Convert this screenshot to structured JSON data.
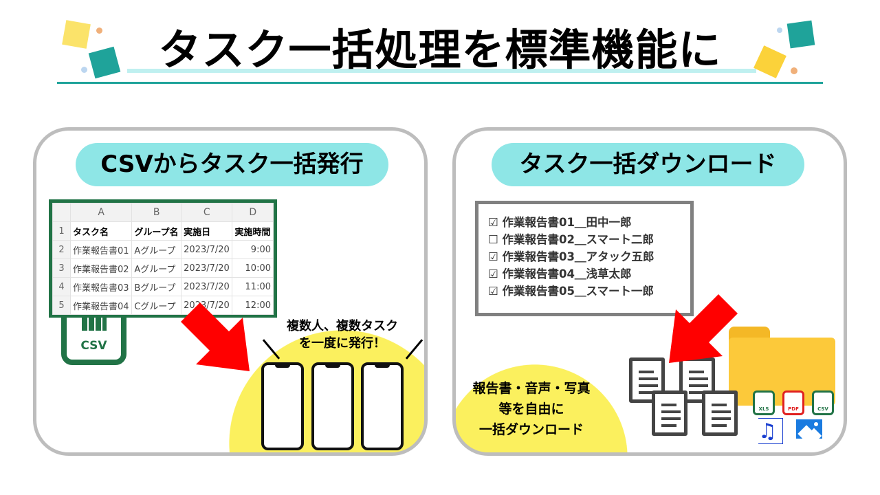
{
  "title": "タスク一括処理を標準機能に",
  "left": {
    "heading": "CSVからタスク一括発行",
    "sheet": {
      "columns": [
        "A",
        "B",
        "C",
        "D"
      ],
      "rows": [
        {
          "n": "1",
          "cells": [
            "タスク名",
            "グループ名",
            "実施日",
            "実施時間"
          ]
        },
        {
          "n": "2",
          "cells": [
            "作業報告書01",
            "Aグループ",
            "2023/7/20",
            "9:00"
          ]
        },
        {
          "n": "3",
          "cells": [
            "作業報告書02",
            "Aグループ",
            "2023/7/20",
            "10:00"
          ]
        },
        {
          "n": "4",
          "cells": [
            "作業報告書03",
            "Bグループ",
            "2023/7/20",
            "11:00"
          ]
        },
        {
          "n": "5",
          "cells": [
            "作業報告書04",
            "Cグループ",
            "2023/7/20",
            "12:00"
          ]
        }
      ]
    },
    "csv_icon_label": "CSV",
    "callout_line1": "複数人、複数タスク",
    "callout_line2": "を一度に発行！"
  },
  "right": {
    "heading": "タスク一括ダウンロード",
    "checklist": [
      {
        "mark": "☑",
        "label": "作業報告書01＿田中一郎"
      },
      {
        "mark": "☐",
        "label": "作業報告書02＿スマート二郎"
      },
      {
        "mark": "☑",
        "label": "作業報告書03＿アタック五郎"
      },
      {
        "mark": "☑",
        "label": "作業報告書04＿浅草太郎"
      },
      {
        "mark": "☑",
        "label": "作業報告書05＿スマート一郎"
      }
    ],
    "callout_line1": "報告書・音声・写真",
    "callout_line2": "等を自由に",
    "callout_line3": "一括ダウンロード",
    "file_types": [
      "XLS",
      "PDF",
      "CSV"
    ]
  },
  "colors": {
    "teal": "#1fa39a",
    "pill": "#8ee6e6",
    "yellow": "#fbf05e",
    "excel_green": "#217346",
    "arrow_red": "#ff0000"
  }
}
